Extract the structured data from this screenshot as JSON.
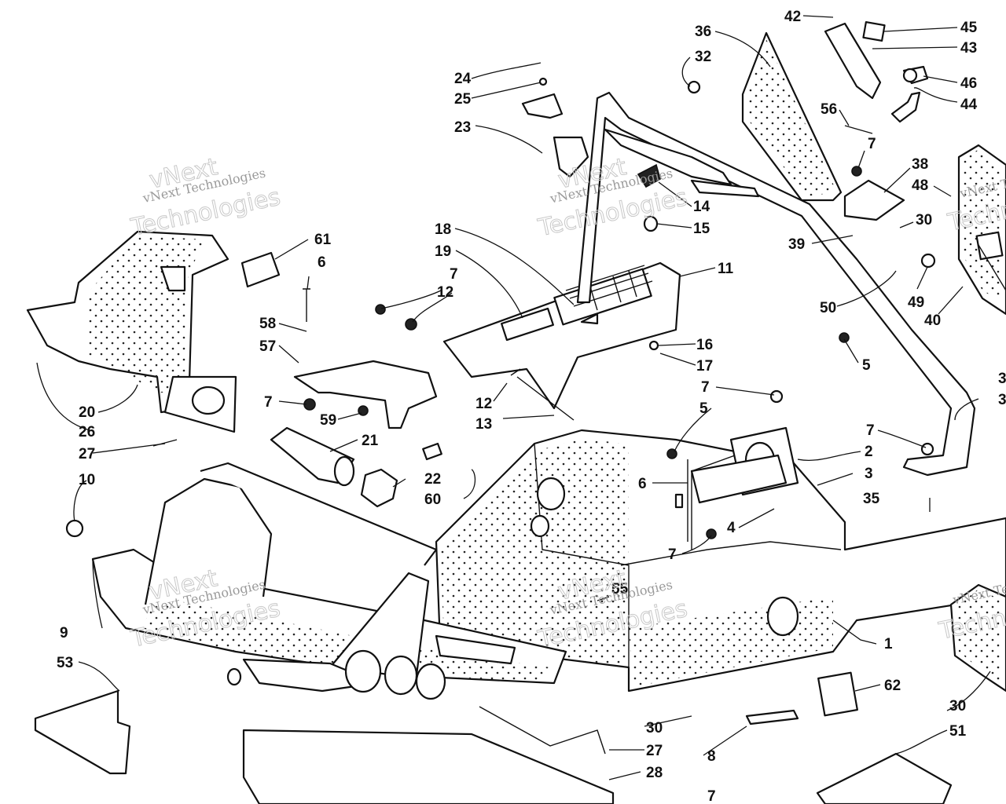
{
  "watermark": {
    "line1": "vNext",
    "line2": "vNext Technologies",
    "line3": "Technologies"
  },
  "callouts": [
    {
      "id": "c1",
      "label": "1"
    },
    {
      "id": "c2",
      "label": "2"
    },
    {
      "id": "c3",
      "label": "3"
    },
    {
      "id": "c4",
      "label": "4"
    },
    {
      "id": "c5a",
      "label": "5"
    },
    {
      "id": "c5b",
      "label": "5"
    },
    {
      "id": "c6a",
      "label": "6"
    },
    {
      "id": "c6b",
      "label": "6"
    },
    {
      "id": "c7a",
      "label": "7"
    },
    {
      "id": "c7b",
      "label": "7"
    },
    {
      "id": "c7c",
      "label": "7"
    },
    {
      "id": "c7d",
      "label": "7"
    },
    {
      "id": "c7e",
      "label": "7"
    },
    {
      "id": "c7f",
      "label": "7"
    },
    {
      "id": "c7g",
      "label": "7"
    },
    {
      "id": "c8",
      "label": "8"
    },
    {
      "id": "c9",
      "label": "9"
    },
    {
      "id": "c10",
      "label": "10"
    },
    {
      "id": "c11",
      "label": "11"
    },
    {
      "id": "c12a",
      "label": "12"
    },
    {
      "id": "c12b",
      "label": "12"
    },
    {
      "id": "c13",
      "label": "13"
    },
    {
      "id": "c14",
      "label": "14"
    },
    {
      "id": "c15",
      "label": "15"
    },
    {
      "id": "c16",
      "label": "16"
    },
    {
      "id": "c17",
      "label": "17"
    },
    {
      "id": "c18",
      "label": "18"
    },
    {
      "id": "c19",
      "label": "19"
    },
    {
      "id": "c20",
      "label": "20"
    },
    {
      "id": "c21",
      "label": "21"
    },
    {
      "id": "c22",
      "label": "22"
    },
    {
      "id": "c23",
      "label": "23"
    },
    {
      "id": "c24",
      "label": "24"
    },
    {
      "id": "c25",
      "label": "25"
    },
    {
      "id": "c26",
      "label": "26"
    },
    {
      "id": "c27a",
      "label": "27"
    },
    {
      "id": "c27b",
      "label": "27"
    },
    {
      "id": "c28",
      "label": "28"
    },
    {
      "id": "c30a",
      "label": "30"
    },
    {
      "id": "c30b",
      "label": "30"
    },
    {
      "id": "c30c",
      "label": "30"
    },
    {
      "id": "c31",
      "label": "3"
    },
    {
      "id": "c32",
      "label": "32"
    },
    {
      "id": "c33",
      "label": "3"
    },
    {
      "id": "c35",
      "label": "35"
    },
    {
      "id": "c36",
      "label": "36"
    },
    {
      "id": "c38",
      "label": "38"
    },
    {
      "id": "c39",
      "label": "39"
    },
    {
      "id": "c40",
      "label": "40"
    },
    {
      "id": "c42",
      "label": "42"
    },
    {
      "id": "c43",
      "label": "43"
    },
    {
      "id": "c44",
      "label": "44"
    },
    {
      "id": "c45",
      "label": "45"
    },
    {
      "id": "c46",
      "label": "46"
    },
    {
      "id": "c48",
      "label": "48"
    },
    {
      "id": "c49",
      "label": "49"
    },
    {
      "id": "c50",
      "label": "50"
    },
    {
      "id": "c51",
      "label": "51"
    },
    {
      "id": "c53",
      "label": "53"
    },
    {
      "id": "c55",
      "label": "55"
    },
    {
      "id": "c56",
      "label": "56"
    },
    {
      "id": "c57",
      "label": "57"
    },
    {
      "id": "c58",
      "label": "58"
    },
    {
      "id": "c59",
      "label": "59"
    },
    {
      "id": "c60",
      "label": "60"
    },
    {
      "id": "c61",
      "label": "61"
    },
    {
      "id": "c62",
      "label": "62"
    }
  ]
}
